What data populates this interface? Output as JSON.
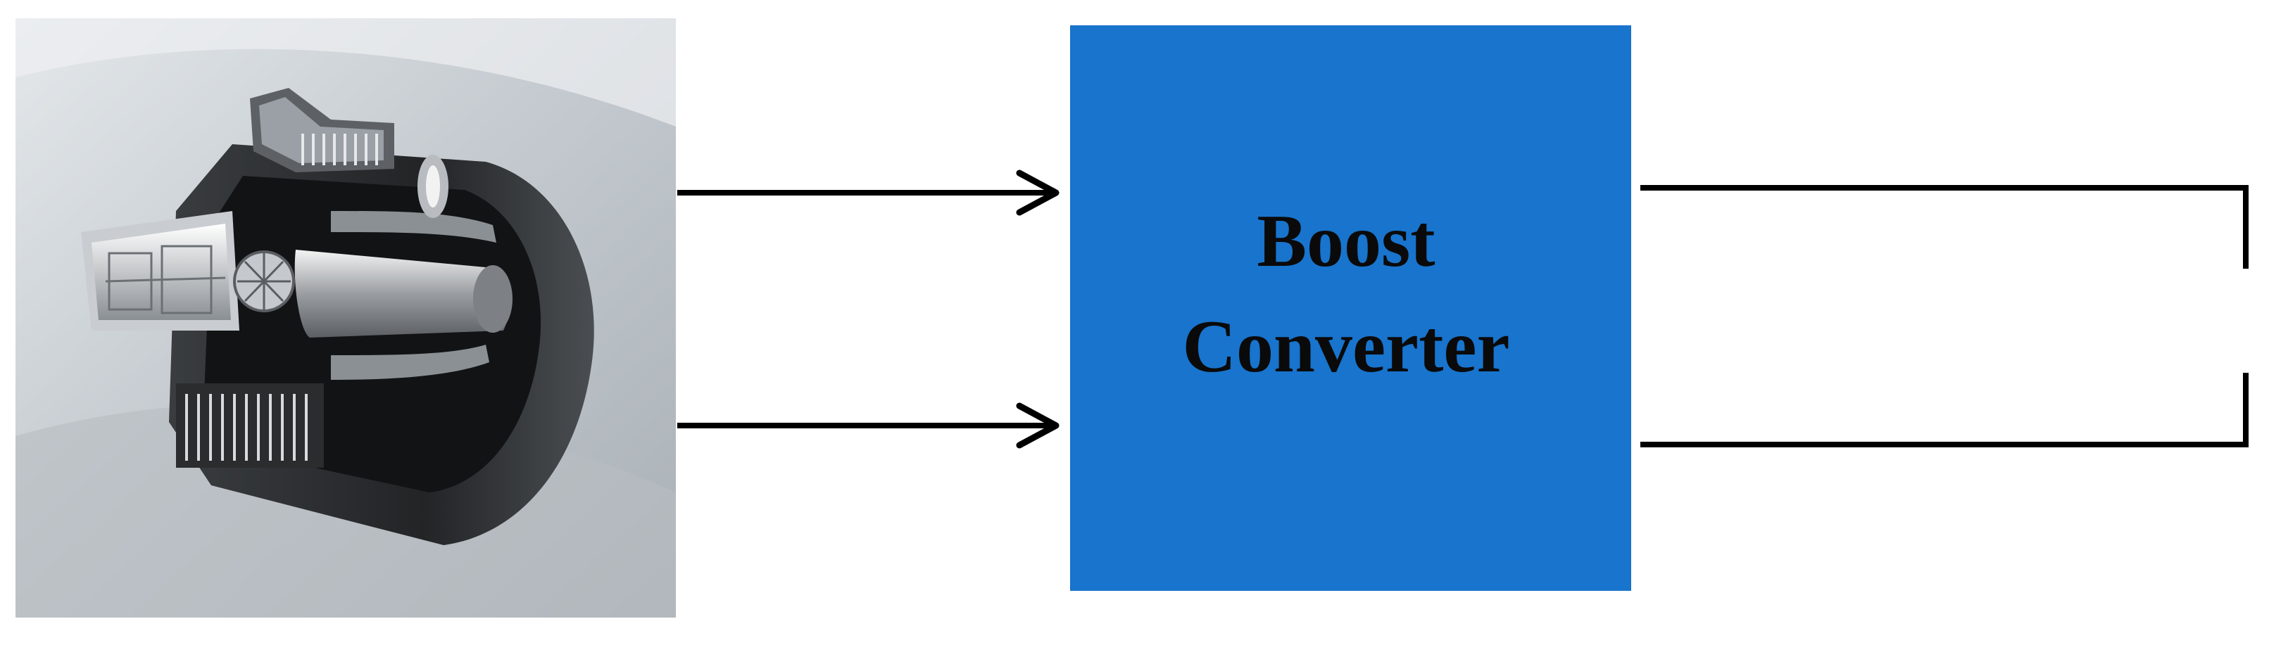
{
  "diagram": {
    "image": {
      "subject": "turbine-generator-cutaway-icon"
    },
    "boost_block": {
      "line1": "Boost",
      "line2": "Converter",
      "fill": "#1874CD",
      "text_color": "#0A0A0A"
    },
    "colors": {
      "background": "#ffffff",
      "connector": "#000000",
      "photo_bg_light": "#DDE2E6",
      "photo_bg_dark": "#A9B0B6"
    },
    "connectors": [
      {
        "from": "turbine-image",
        "to": "boost-converter",
        "kind": "arrow"
      },
      {
        "from": "turbine-image",
        "to": "boost-converter",
        "kind": "arrow"
      },
      {
        "from": "boost-converter",
        "to": "output-terminal-top",
        "kind": "line"
      },
      {
        "from": "boost-converter",
        "to": "output-terminal-bottom",
        "kind": "line"
      }
    ]
  }
}
